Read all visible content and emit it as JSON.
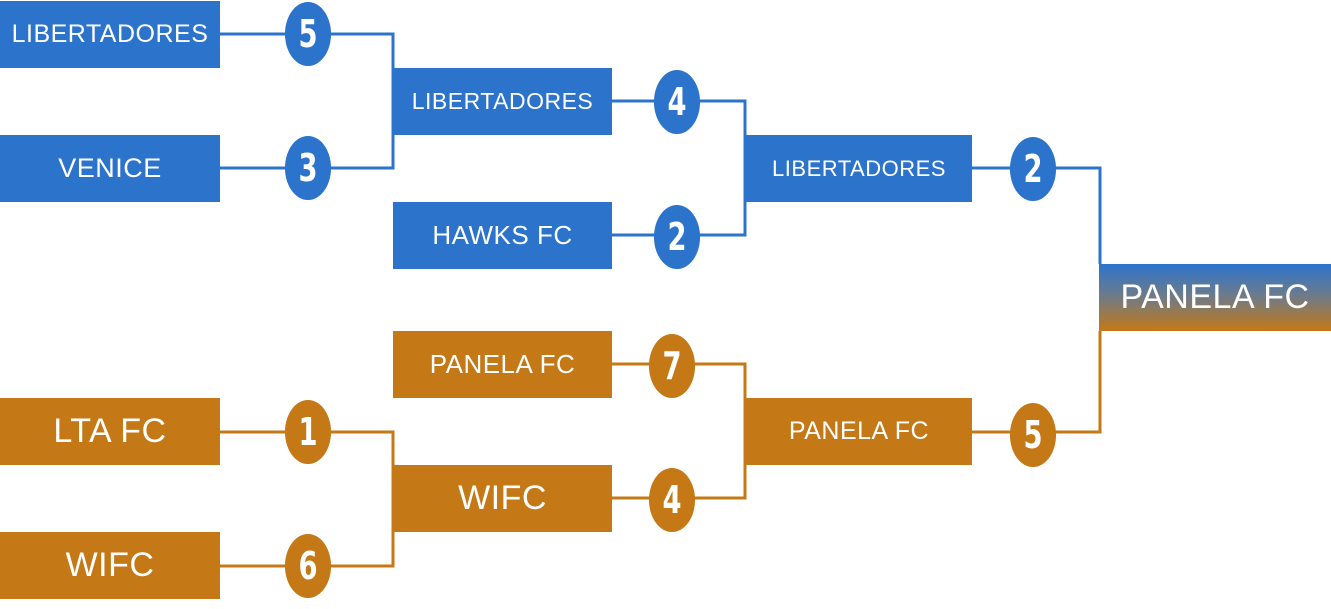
{
  "colors": {
    "top_half": "#2c73cc",
    "bottom_half": "#c47816"
  },
  "bracket": {
    "round1": [
      {
        "team": "LIBERTADORES",
        "score": "5",
        "half": "top"
      },
      {
        "team": "VENICE",
        "score": "3",
        "half": "top"
      },
      {
        "team": "LTA FC",
        "score": "1",
        "half": "bottom"
      },
      {
        "team": "WIFC",
        "score": "6",
        "half": "bottom"
      }
    ],
    "round2": [
      {
        "team": "LIBERTADORES",
        "score": "4",
        "half": "top"
      },
      {
        "team": "HAWKS FC",
        "score": "2",
        "half": "top"
      },
      {
        "team": "PANELA FC",
        "score": "7",
        "half": "bottom"
      },
      {
        "team": "WIFC",
        "score": "4",
        "half": "bottom"
      }
    ],
    "semifinal": [
      {
        "team": "LIBERTADORES",
        "score": "2",
        "half": "top"
      },
      {
        "team": "PANELA FC",
        "score": "5",
        "half": "bottom"
      }
    ],
    "champion": {
      "team": "PANELA FC"
    }
  }
}
